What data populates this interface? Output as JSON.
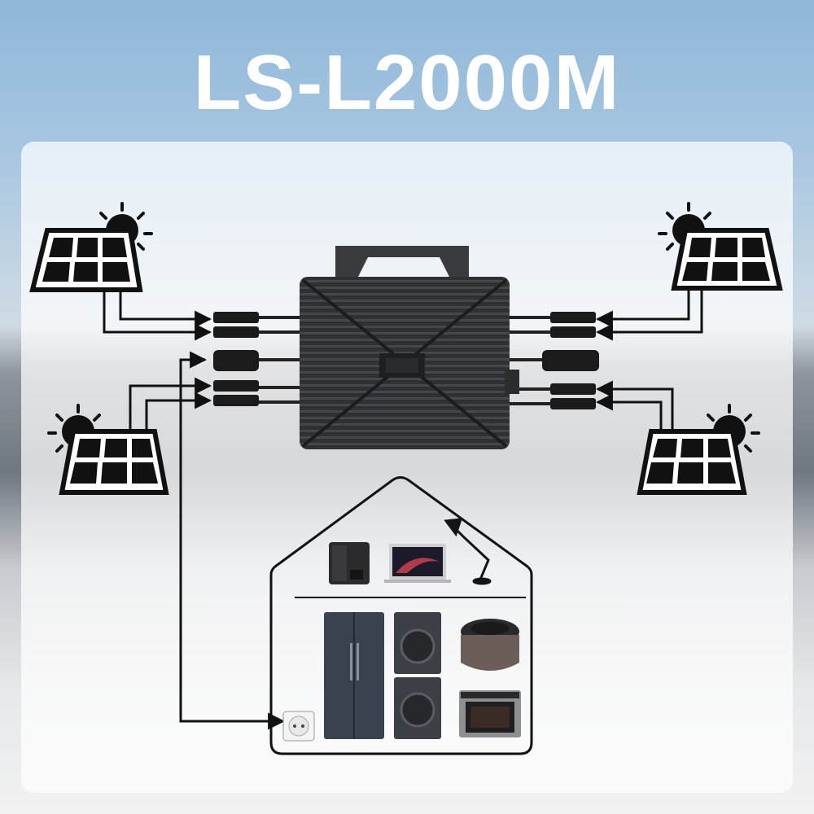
{
  "header": {
    "title": "LS-L2000M"
  },
  "diagram": {
    "solar_panels": [
      "solar-panel-top-left",
      "solar-panel-bottom-left",
      "solar-panel-top-right",
      "solar-panel-bottom-right"
    ],
    "appliances_upper": [
      "coffee-machine",
      "laptop",
      "desk-lamp"
    ],
    "appliances_lower": [
      "refrigerator",
      "washer-dryer",
      "rice-cooker",
      "oven",
      "wall-socket"
    ]
  },
  "colors": {
    "title": "#ffffff",
    "inverter": "#2e2f31",
    "line": "#111111"
  }
}
